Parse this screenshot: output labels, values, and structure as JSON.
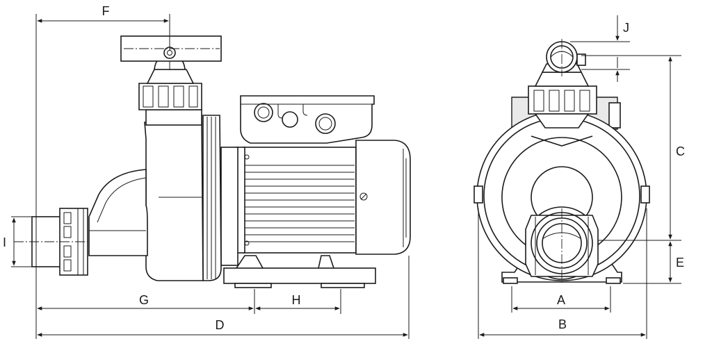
{
  "dimensions": {
    "A": "A",
    "B": "B",
    "C": "C",
    "D": "D",
    "E": "E",
    "F": "F",
    "G": "G",
    "H": "H",
    "I": "I",
    "J": "J"
  },
  "colors": {
    "line": "#1a1a1a",
    "background": "#ffffff",
    "shade": "#e9e9e9"
  }
}
